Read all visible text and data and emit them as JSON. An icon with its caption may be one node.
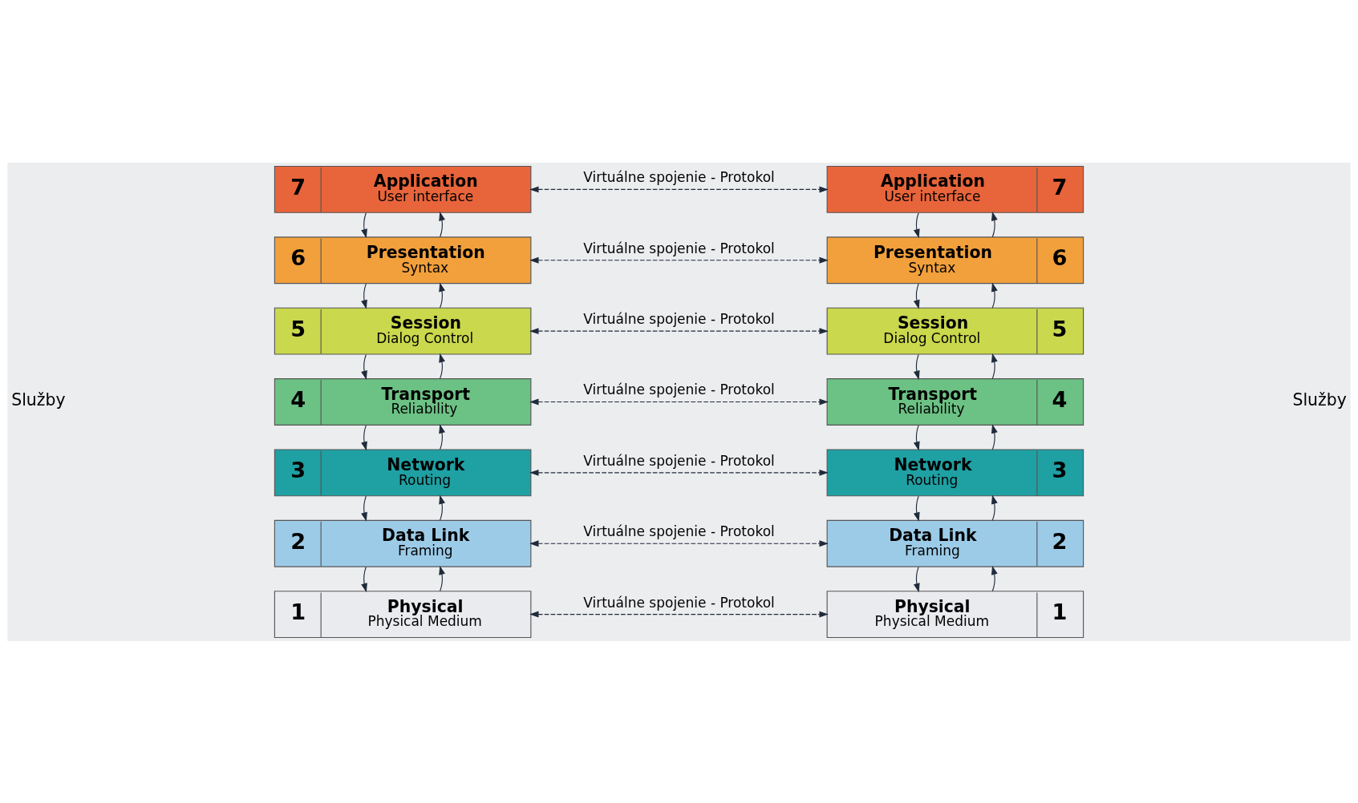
{
  "diagram": {
    "nodes": [
      {
        "text": [
          "7",
          "Application",
          "User interface"
        ]
      },
      {
        "text": [
          "6",
          "Presentation",
          "Syntax"
        ]
      },
      {
        "text": [
          "5",
          "Session",
          "Dialog Control"
        ]
      },
      {
        "text": [
          "4",
          "Transport",
          "Reliability"
        ]
      },
      {
        "text": [
          "3",
          "Network",
          "Routing"
        ]
      },
      {
        "text": [
          "2",
          "Data Link",
          "Framing"
        ]
      },
      {
        "text": [
          "1",
          "Physical",
          "Physical Medium"
        ]
      },
      {
        "text": [
          "Application",
          "User interface",
          "7"
        ]
      },
      {
        "text": [
          "Presentation",
          "Syntax",
          "6"
        ]
      },
      {
        "text": [
          "Session",
          "Dialog Control",
          "5"
        ]
      },
      {
        "text": [
          "Transport",
          "Reliability",
          "4"
        ]
      },
      {
        "text": [
          "Network",
          "Routing",
          "3"
        ]
      },
      {
        "text": [
          "Data Link",
          "Framing",
          "2"
        ]
      },
      {
        "text": [
          "Physical",
          "Physical Medium",
          "1"
        ]
      }
    ],
    "edges": [
      {
        "from": 0,
        "to": 7,
        "arrow": "both",
        "style": "dashed",
        "label": "Virtuálne spojenie - Protokol"
      },
      {
        "from": 1,
        "to": 8,
        "arrow": "both",
        "style": "dashed",
        "label": "Virtuálne spojenie - Protokol"
      },
      {
        "from": 2,
        "to": 9,
        "arrow": "both",
        "style": "dashed",
        "label": "Virtuálne spojenie - Protokol"
      },
      {
        "from": 3,
        "to": 10,
        "arrow": "both",
        "style": "dashed",
        "label": "Virtuálne spojenie - Protokol"
      },
      {
        "from": 4,
        "to": 11,
        "arrow": "both",
        "style": "dashed",
        "label": "Virtuálne spojenie - Protokol"
      },
      {
        "from": 5,
        "to": 12,
        "arrow": "both",
        "style": "dashed",
        "label": "Virtuálne spojenie - Protokol"
      },
      {
        "from": 6,
        "to": 13,
        "arrow": "both",
        "style": "dashed",
        "label": "Virtuálne spojenie - Protokol"
      },
      {
        "from": 1,
        "to": 0,
        "arrow": "to"
      },
      {
        "from": 0,
        "to": 1,
        "arrow": "to"
      },
      {
        "from": 2,
        "to": 1,
        "arrow": "to"
      },
      {
        "from": 1,
        "to": 2,
        "arrow": "to"
      },
      {
        "from": 3,
        "to": 2,
        "arrow": "to"
      },
      {
        "from": 2,
        "to": 3,
        "arrow": "to"
      },
      {
        "from": 4,
        "to": 3,
        "arrow": "to"
      },
      {
        "from": 3,
        "to": 4,
        "arrow": "to"
      },
      {
        "from": 5,
        "to": 4,
        "arrow": "to"
      },
      {
        "from": 4,
        "to": 5,
        "arrow": "to"
      },
      {
        "from": 6,
        "to": 5,
        "arrow": "to"
      },
      {
        "from": 5,
        "to": 6,
        "arrow": "to"
      },
      {
        "from": 7,
        "to": 8,
        "arrow": "to"
      },
      {
        "from": 8,
        "to": 7,
        "arrow": "to"
      },
      {
        "from": 8,
        "to": 9,
        "arrow": "to"
      },
      {
        "from": 9,
        "to": 8,
        "arrow": "to"
      },
      {
        "from": 9,
        "to": 10,
        "arrow": "to"
      },
      {
        "from": 10,
        "to": 9,
        "arrow": "to"
      },
      {
        "from": 10,
        "to": 11,
        "arrow": "to"
      },
      {
        "from": 11,
        "to": 10,
        "arrow": "to"
      },
      {
        "from": 11,
        "to": 12,
        "arrow": "to"
      },
      {
        "from": 12,
        "to": 11,
        "arrow": "to"
      },
      {
        "from": 12,
        "to": 13,
        "arrow": "to"
      },
      {
        "from": 13,
        "to": 12,
        "arrow": "to"
      }
    ],
    "labels": [
      "Služby",
      "Služby"
    ]
  }
}
